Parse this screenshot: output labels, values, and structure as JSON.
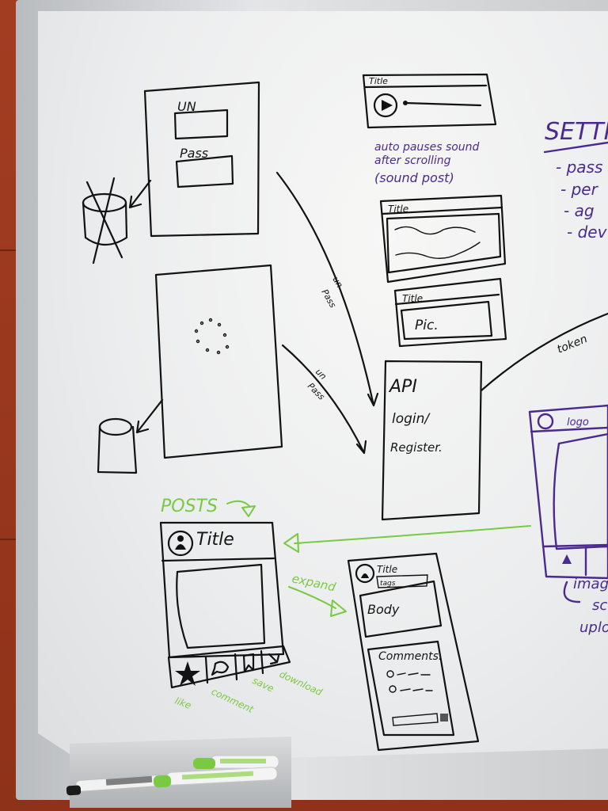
{
  "login_sketch": {
    "username_label": "UN",
    "password_label": "Pass"
  },
  "sound_post": {
    "title": "Title",
    "caption_line1": "auto pauses sound",
    "caption_line2": "after scrolling",
    "caption_line3": "(sound post)"
  },
  "text_post": {
    "title": "Title"
  },
  "pic_post": {
    "title": "Title",
    "pic_label": "Pic."
  },
  "arrow_labels": {
    "un_1": "un",
    "pass_1": "Pass",
    "un_2": "un",
    "pass_2": "Pass",
    "token": "token"
  },
  "api_box": {
    "line1": "API",
    "line2": "login/",
    "line3": "Register."
  },
  "settings": {
    "heading": "SETTIN",
    "items": [
      "- pass",
      "- per",
      "- ag",
      "- dev"
    ]
  },
  "logo_screen": {
    "logo_label": "logo",
    "caption_line1": "imag",
    "caption_line2": "sc",
    "caption_line3": "uplo"
  },
  "posts_section": {
    "heading": "POSTS",
    "title": "Title",
    "action_labels": [
      "like",
      "comment",
      "save",
      "download"
    ]
  },
  "expanded_post": {
    "expand_label": "expand",
    "title": "Title",
    "subtitle": "tags",
    "body_label": "Body",
    "comments_label": "Comments."
  },
  "colors": {
    "wall": "#9a3a22",
    "board": "#f2f2f1",
    "black_ink": "#121212",
    "purple_ink": "#4b2a8f",
    "green_ink": "#7ac943"
  }
}
